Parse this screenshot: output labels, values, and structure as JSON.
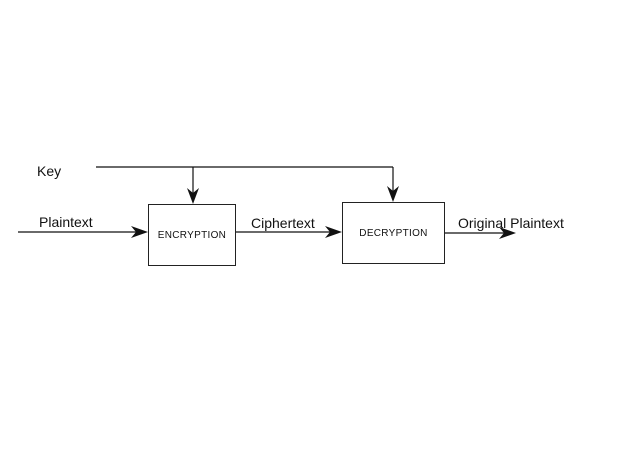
{
  "labels": {
    "key": "Key",
    "plaintext": "Plaintext",
    "ciphertext": "Ciphertext",
    "original_plaintext": "Original Plaintext"
  },
  "blocks": {
    "encryption": "ENCRYPTION",
    "decryption": "DECRYPTION"
  },
  "colors": {
    "line": "#111111",
    "text": "#111111",
    "background": "#ffffff"
  }
}
